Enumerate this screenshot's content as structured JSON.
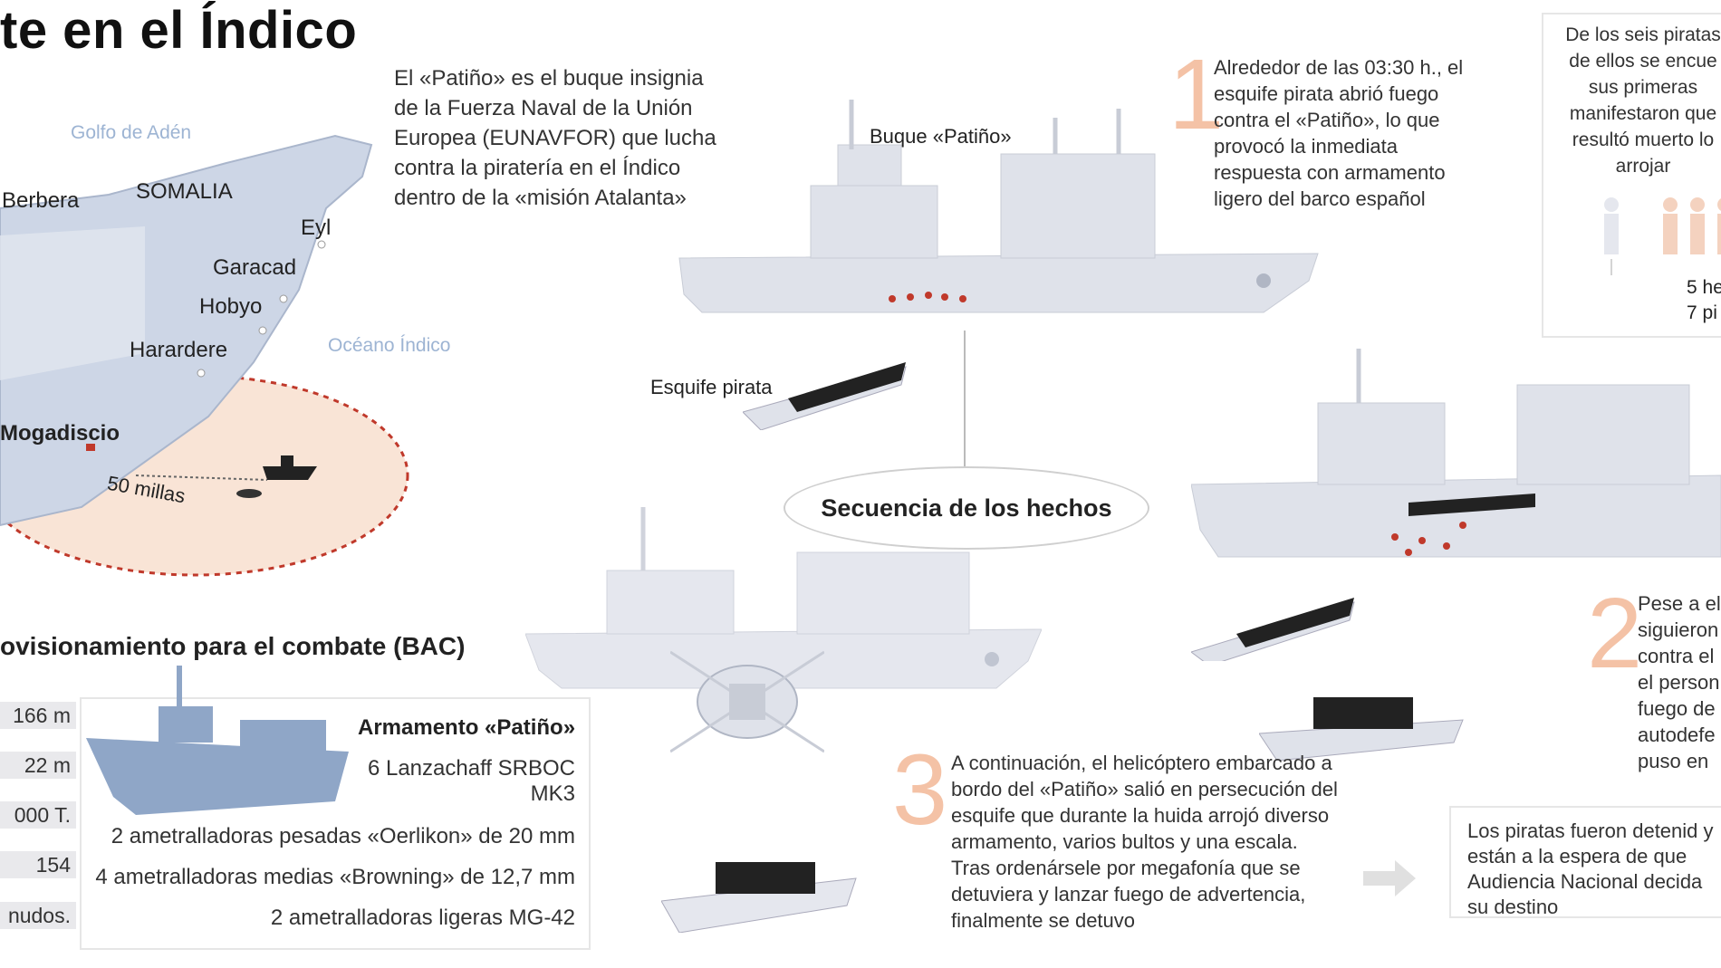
{
  "title": "te en el Índico",
  "intro": "El «Patiño» es el buque insignia de la Fuerza Naval de la Unión Europea (EUNAVFOR) que lucha contra la piratería en el Índico dentro de la «misión Atalanta»",
  "map": {
    "gulf": "Golfo de Adén",
    "ocean": "Océano Índico",
    "country": "SOMALIA",
    "cities": [
      "Berbera",
      "Eyl",
      "Garacad",
      "Hobyo",
      "Harardere",
      "Mogadiscio"
    ],
    "distance": "50 millas"
  },
  "labels": {
    "ship": "Buque «Patiño»",
    "skiff": "Esquife pirata",
    "sequence": "Secuencia de los hechos"
  },
  "steps": [
    {
      "num": "1",
      "text": "Alrededor de las 03:30 h., el esquife pirata abrió fuego contra el «Patiño», lo que provocó la inmediata respuesta con armamento ligero del barco español"
    },
    {
      "num": "2",
      "text": "Pese a el siguieron contra el el person fuego de autodefe puso en"
    },
    {
      "num": "3",
      "text": "A continuación, el helicóptero embarcado a bordo del «Patiño» salió en persecución del esquife que durante la huida arrojó diverso armamento, varios bultos y una escala. Tras ordenársele por megafonía que se detuviera y lanzar fuego de advertencia, finalmente se detuvo"
    }
  ],
  "pirates_box": {
    "text": "De los seis piratas de ellos se encue sus primeras manifestaron que resultó muerto lo arrojar",
    "legend": [
      "5 he",
      "7 pi"
    ]
  },
  "detained": "Los piratas fueron detenid y están a la espera de que Audiencia Nacional decida su destino",
  "bac": {
    "title": "ovisionamiento para el combate (BAC)",
    "specs": [
      "166 m",
      "22 m",
      "000 T.",
      "154",
      "nudos."
    ],
    "weapons_title": "Armamento «Patiño»",
    "weapons": [
      "6 Lanzachaff SRBOC MK3",
      "2 ametralladoras pesadas «Oerlikon» de 20 mm",
      "4 ametralladoras medias «Browning» de 12,7 mm",
      "2 ametralladoras ligeras MG-42"
    ]
  },
  "colors": {
    "land": "#cdd6e6",
    "zone": "#f9e4d6",
    "zone_border": "#c0392b",
    "ship": "#dfe2ea",
    "accent": "#f4c2a6"
  }
}
